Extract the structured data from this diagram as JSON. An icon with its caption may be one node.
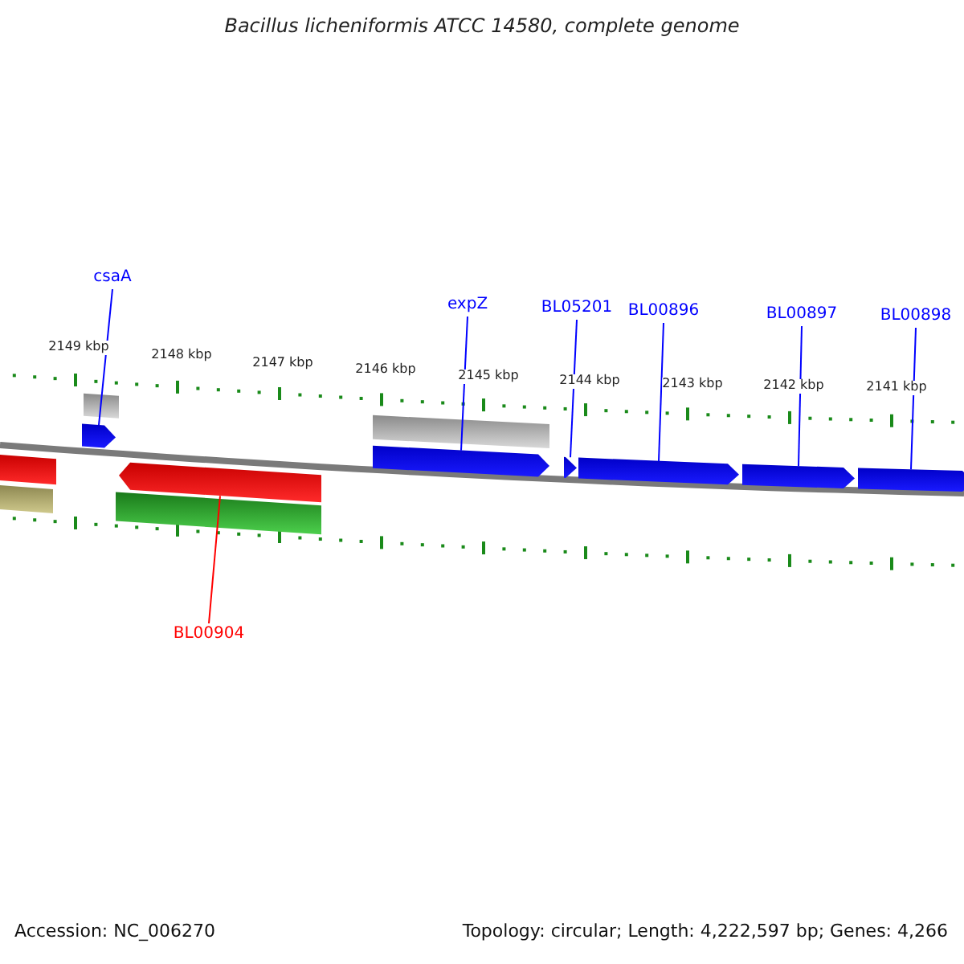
{
  "diagram": {
    "title": "Bacillus licheniformis ATCC 14580, complete genome",
    "nodes": [
      {
        "text": [
          "csaA"
        ]
      },
      {
        "text": [
          "expZ"
        ]
      },
      {
        "text": [
          "BL05201"
        ]
      },
      {
        "text": [
          "BL00896"
        ]
      },
      {
        "text": [
          "BL00897"
        ]
      },
      {
        "text": [
          "BL00898"
        ]
      },
      {
        "text": [
          "BL00904"
        ]
      },
      {
        "text": [],
        "shape": "arrow"
      },
      {
        "text": [],
        "shape": "arrow"
      },
      {
        "text": [],
        "shape": "arrow"
      },
      {
        "text": [],
        "shape": "arrow"
      },
      {
        "text": [],
        "shape": "arrow"
      },
      {
        "text": [],
        "shape": "arrow"
      },
      {
        "text": [],
        "shape": "arrow"
      }
    ],
    "edges": [
      {
        "from": 0,
        "to": 7,
        "arrow": "none"
      },
      {
        "from": 1,
        "to": 9,
        "arrow": "none"
      },
      {
        "from": 2,
        "to": 10,
        "arrow": "none"
      },
      {
        "from": 3,
        "to": 11,
        "arrow": "none"
      },
      {
        "from": 4,
        "to": 12,
        "arrow": "none"
      },
      {
        "from": 5,
        "to": 13,
        "arrow": "none"
      },
      {
        "from": 6,
        "to": 8,
        "arrow": "none",
        "color": "#ff0000"
      }
    ],
    "labels": [
      "2149 kbp",
      "2148 kbp",
      "2147 kbp",
      "2146 kbp",
      "2145 kbp",
      "2144 kbp",
      "2143 kbp",
      "2142 kbp",
      "2141 kbp",
      "Accession: NC_006270",
      "Topology: circular; Length: 4,222,597 bp; Genes: 4,266"
    ]
  }
}
